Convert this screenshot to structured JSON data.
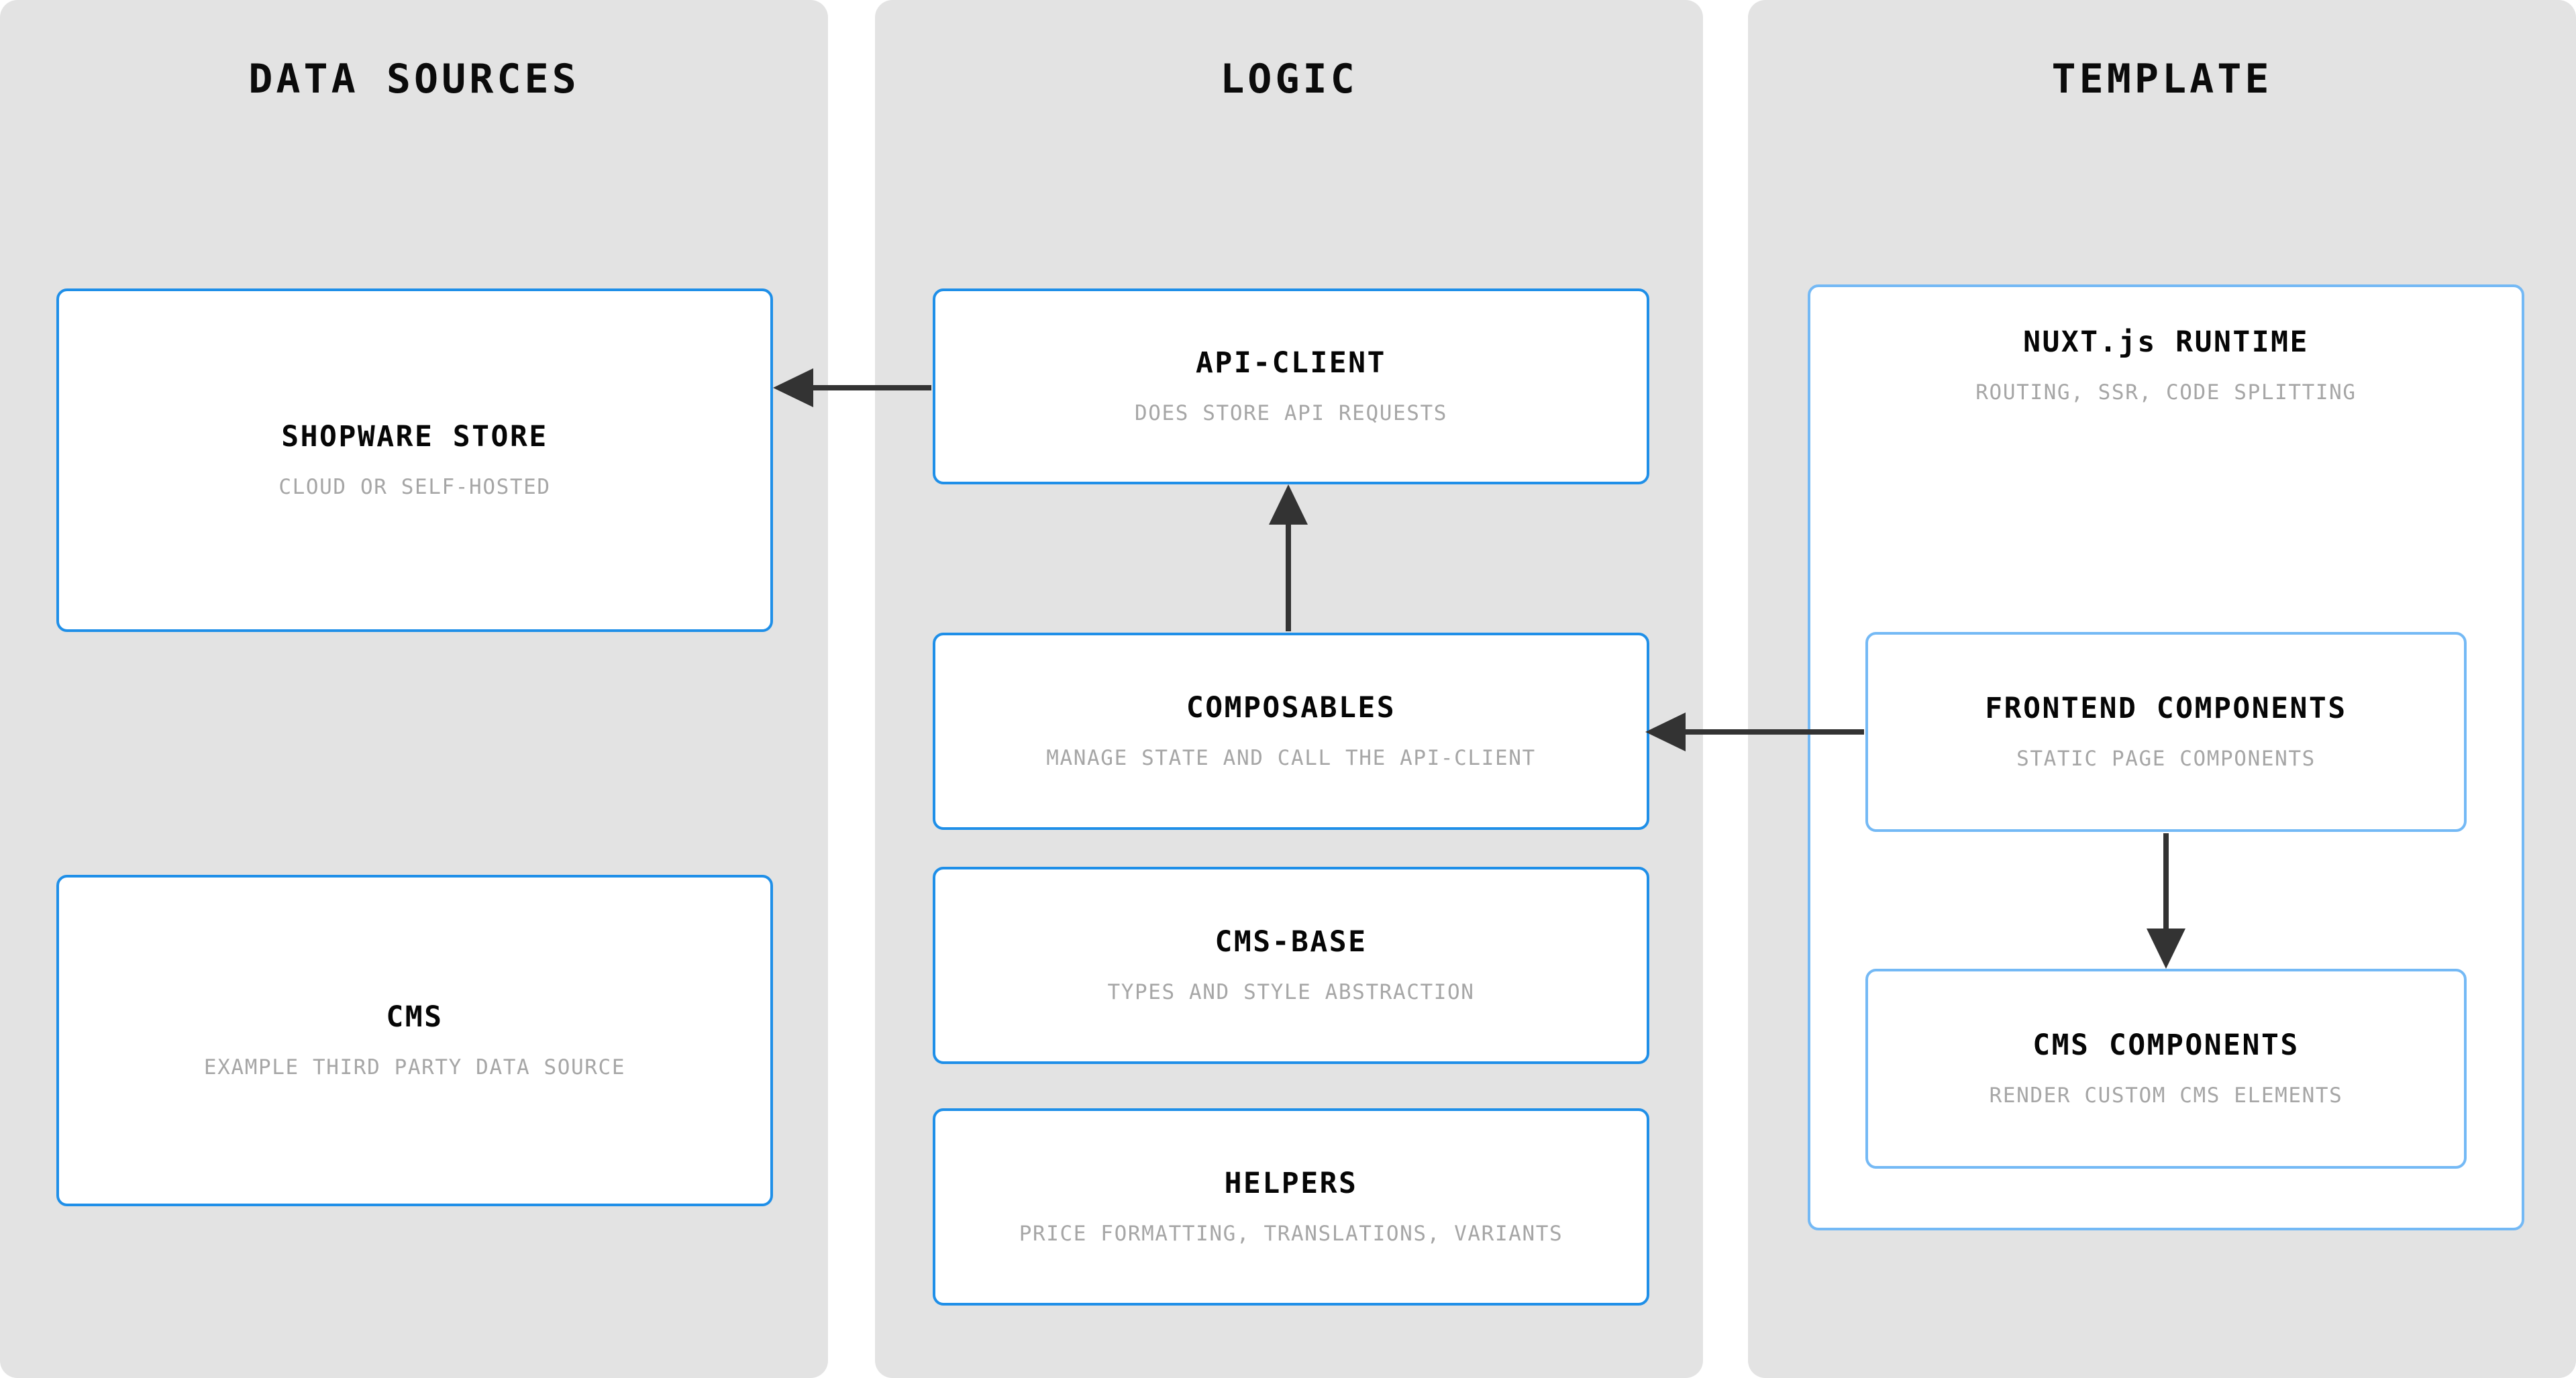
{
  "diagram": {
    "type": "layered-architecture",
    "background": "#ffffff",
    "lane_fill": "#e3e3e3",
    "accent_strong": "#1f8fe8",
    "accent_soft": "#74b9f5",
    "arrow_color": "#333333",
    "title_color": "#0b0b0b",
    "subtitle_color": "#a6a6a6"
  },
  "lanes": [
    {
      "id": "data-sources",
      "title": "DATA SOURCES"
    },
    {
      "id": "logic",
      "title": "LOGIC"
    },
    {
      "id": "template",
      "title": "TEMPLATE"
    }
  ],
  "nodes": {
    "shopware_store": {
      "title": "SHOPWARE STORE",
      "subtitle": "CLOUD OR SELF-HOSTED"
    },
    "cms": {
      "title": "CMS",
      "subtitle": "EXAMPLE THIRD PARTY DATA SOURCE"
    },
    "api_client": {
      "title": "API-CLIENT",
      "subtitle": "DOES STORE API REQUESTS"
    },
    "composables": {
      "title": "COMPOSABLES",
      "subtitle": "MANAGE STATE AND CALL THE API-CLIENT"
    },
    "cms_base": {
      "title": "CMS-BASE",
      "subtitle": "TYPES AND STYLE ABSTRACTION"
    },
    "helpers": {
      "title": "HELPERS",
      "subtitle": "PRICE FORMATTING, TRANSLATIONS, VARIANTS"
    },
    "nuxt_runtime": {
      "title": "NUXT.js RUNTIME",
      "subtitle": "ROUTING, SSR, CODE SPLITTING"
    },
    "frontend_components": {
      "title": "FRONTEND COMPONENTS",
      "subtitle": "STATIC PAGE COMPONENTS"
    },
    "cms_components": {
      "title": "CMS COMPONENTS",
      "subtitle": "RENDER CUSTOM CMS ELEMENTS"
    }
  },
  "edges": [
    {
      "id": "api-client-to-shopware-store",
      "from": "api_client",
      "to": "shopware_store",
      "direction": "left"
    },
    {
      "id": "composables-to-api-client",
      "from": "composables",
      "to": "api_client",
      "direction": "up"
    },
    {
      "id": "frontend-components-to-composables",
      "from": "frontend_components",
      "to": "composables",
      "direction": "left"
    },
    {
      "id": "frontend-components-to-cms-components",
      "from": "frontend_components",
      "to": "cms_components",
      "direction": "down"
    }
  ]
}
